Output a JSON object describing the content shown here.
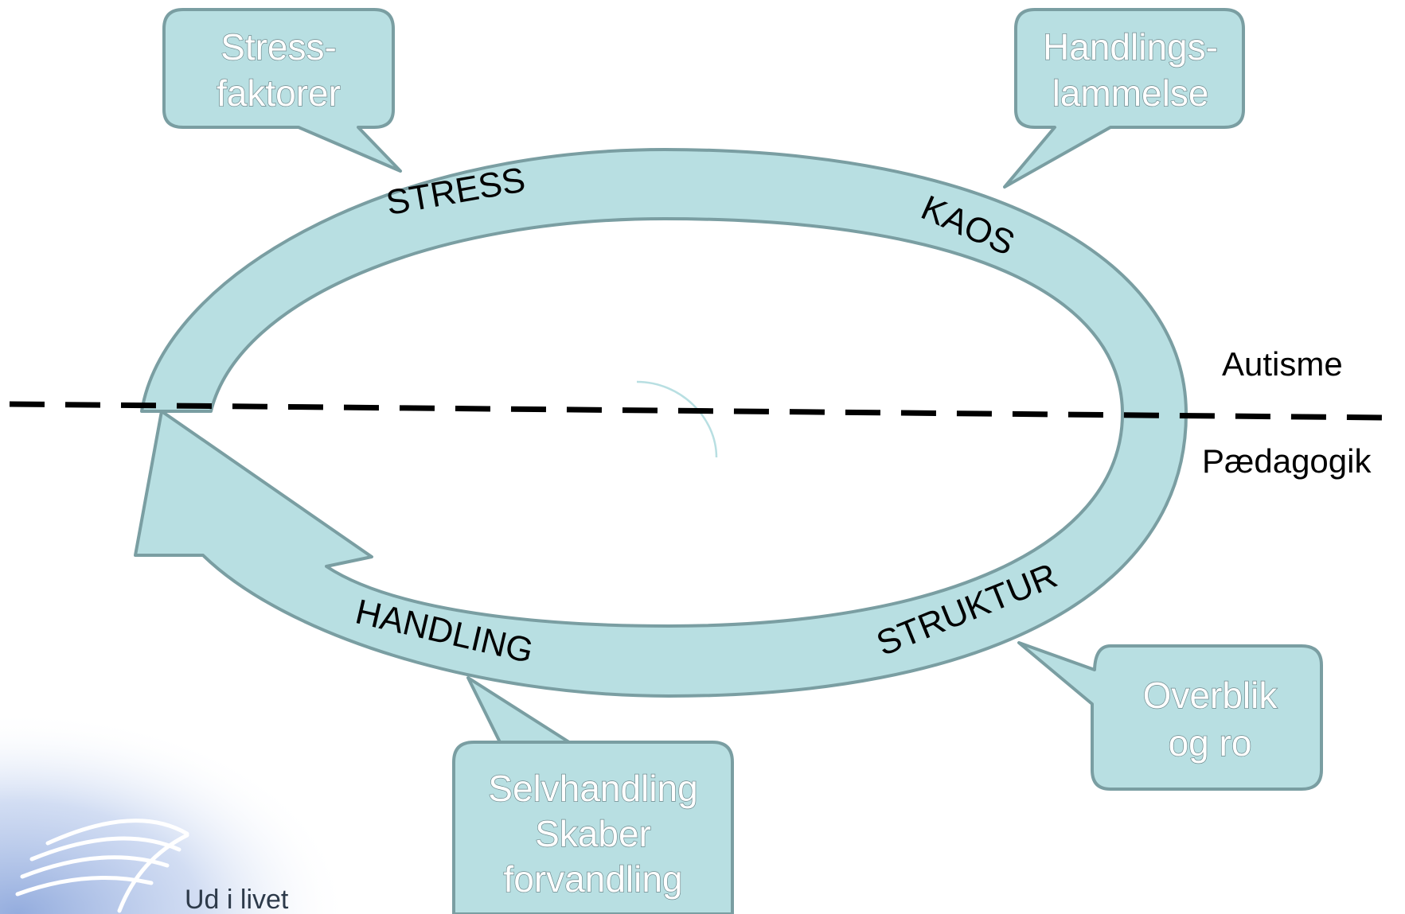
{
  "cycle": {
    "stages": [
      "STRESS",
      "KAOS",
      "STRUKTUR",
      "HANDLING"
    ]
  },
  "sides": {
    "top": "Autisme",
    "bottom": "Pædagogik"
  },
  "callouts": {
    "stress": [
      "Stress-",
      "faktorer"
    ],
    "kaos": [
      "Handlings-",
      "lammelse"
    ],
    "struktur": [
      "Overblik",
      "og ro"
    ],
    "handling": [
      "Selvhandling",
      "Skaber",
      "forvandling"
    ]
  },
  "logo": {
    "text": "Ud i livet"
  },
  "colors": {
    "fill": "#b8dfe2",
    "stroke": "#7a9ea2",
    "logo": "#4e70b0"
  }
}
